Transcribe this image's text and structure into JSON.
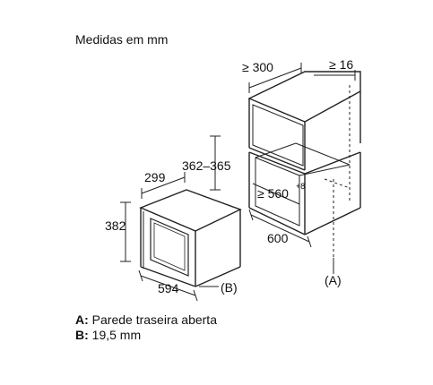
{
  "title": "Medidas em mm",
  "dimensions": {
    "niche_depth": "≥ 300",
    "niche_top_gap": "≥ 16",
    "niche_height_range": "362–365",
    "niche_inner_width": "≥ 560",
    "niche_inner_width_tol": "+8",
    "niche_width": "600",
    "oven_depth": "299",
    "oven_height": "382",
    "oven_width": "594"
  },
  "markers": {
    "a": "(A)",
    "b": "(B)"
  },
  "legend": [
    {
      "key": "A:",
      "text": "Parede traseira aberta"
    },
    {
      "key": "B:",
      "text": "19,5 mm"
    }
  ]
}
